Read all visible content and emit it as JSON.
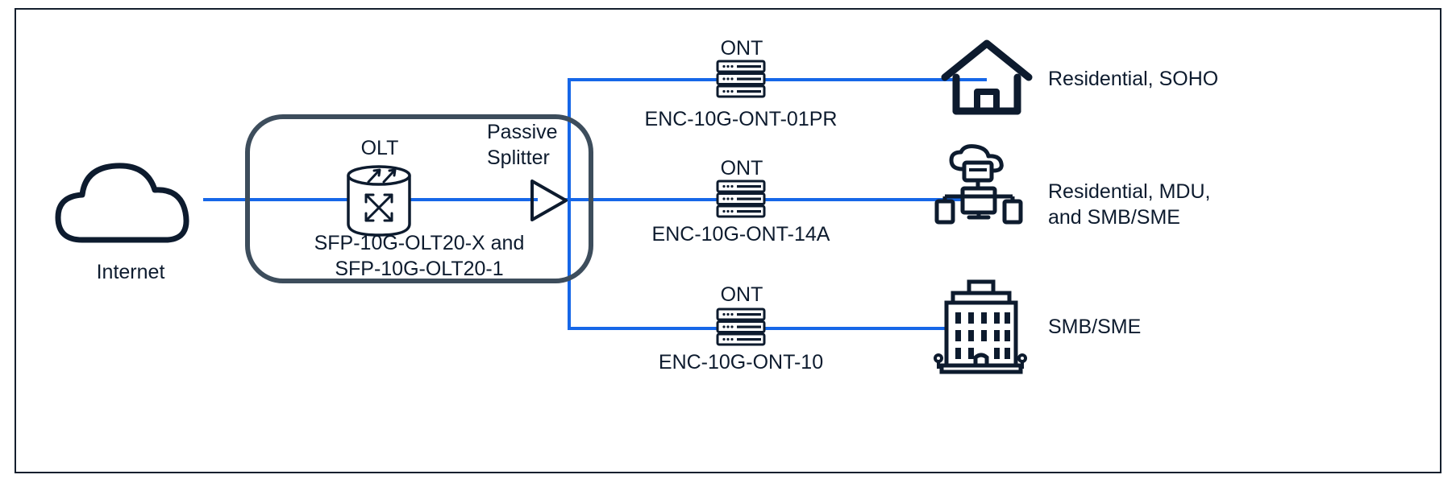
{
  "diagram": {
    "title": "PON network topology",
    "colors": {
      "ink": "#0d1b2e",
      "link": "#1667e8",
      "box_stroke": "#3d4d5c",
      "frame": "#141f2e",
      "background": "#ffffff"
    }
  },
  "internet": {
    "label": "Internet",
    "icon": "cloud-icon"
  },
  "olt_box": {
    "device_label": "OLT",
    "device_icon": "router-cylinder-icon",
    "part_line1": "SFP-10G-OLT20-X and",
    "part_line2": "SFP-10G-OLT20-1"
  },
  "splitter": {
    "label_line1": "Passive",
    "label_line2": "Splitter",
    "icon": "triangle-splitter-icon"
  },
  "branches": [
    {
      "ont_label": "ONT",
      "ont_icon": "ont-stack-icon",
      "part": "ENC-10G-ONT-01PR",
      "endpoint_icon": "house-icon",
      "endpoint_label_line1": "Residential, SOHO",
      "endpoint_label_line2": ""
    },
    {
      "ont_label": "ONT",
      "ont_icon": "ont-stack-icon",
      "part": "ENC-10G-ONT-14A",
      "endpoint_icon": "workstation-cloud-icon",
      "endpoint_label_line1": "Residential, MDU,",
      "endpoint_label_line2": "and SMB/SME"
    },
    {
      "ont_label": "ONT",
      "ont_icon": "ont-stack-icon",
      "part": "ENC-10G-ONT-10",
      "endpoint_icon": "office-building-icon",
      "endpoint_label_line1": "SMB/SME",
      "endpoint_label_line2": ""
    }
  ]
}
